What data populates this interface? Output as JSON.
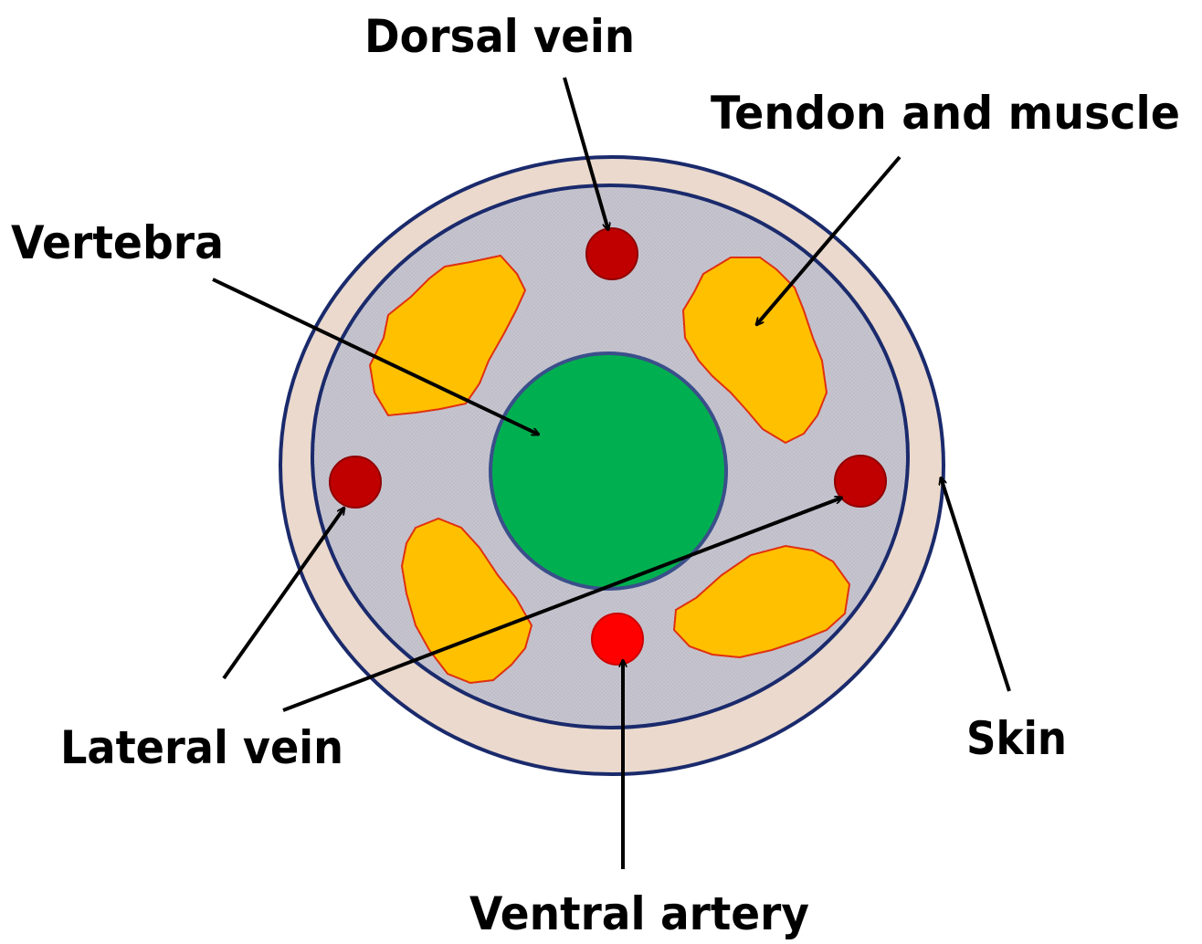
{
  "labels": {
    "dorsal_vein": "Dorsal vein",
    "tendon_and_muscle": "Tendon and muscle",
    "vertebra": "Vertebra",
    "lateral_vein": "Lateral vein",
    "skin": "Skin",
    "ventral_artery": "Ventral artery"
  },
  "colors": {
    "skin": "#ead9cc",
    "outline": "#1a2a6c",
    "muscle_area": "#c6c5cf",
    "tendon": "#ffc000",
    "tendon_edge": "#e03010",
    "vertebra": "#00b050",
    "vertebra_edge": "#3a4f8a",
    "vein": "#c00000",
    "artery": "#ff0000",
    "arrow": "#000000",
    "text": "#000000"
  }
}
